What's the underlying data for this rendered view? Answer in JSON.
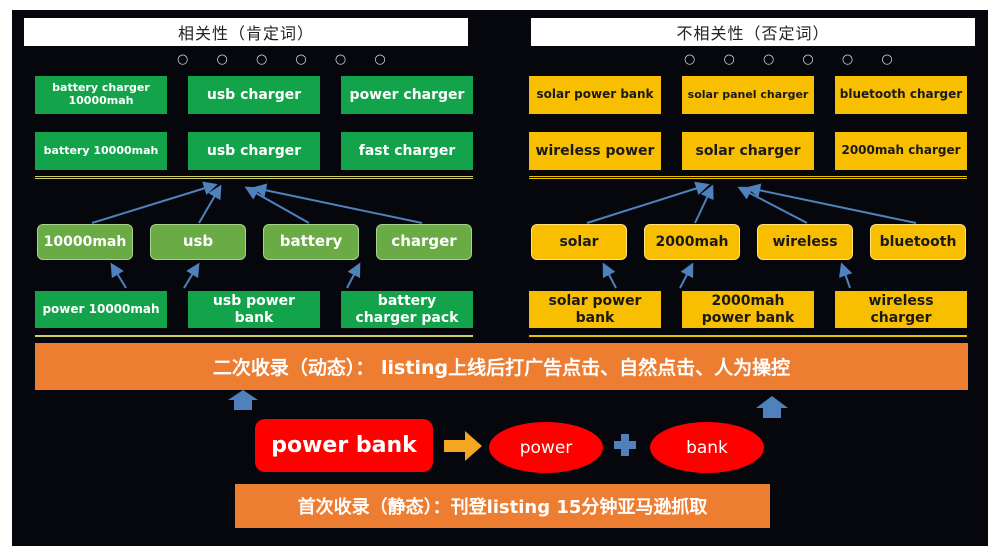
{
  "positive": {
    "header": "相关性（肯定词）",
    "dots": "○ ○ ○ ○ ○ ○",
    "row1": [
      "battery charger 10000mah",
      "usb charger",
      "power charger"
    ],
    "row2": [
      "battery 10000mah",
      "usb charger",
      "fast charger"
    ],
    "roots": [
      "10000mah",
      "usb",
      "battery",
      "charger"
    ],
    "sources": [
      "power 10000mah",
      "usb power bank",
      "battery charger pack"
    ]
  },
  "negative": {
    "header": "不相关性（否定词）",
    "dots": "○ ○ ○ ○ ○ ○",
    "row1": [
      "solar power bank",
      "solar panel charger",
      "bluetooth charger"
    ],
    "row2": [
      "wireless power",
      "solar charger",
      "2000mah charger"
    ],
    "roots": [
      "solar",
      "2000mah",
      "wireless",
      "bluetooth"
    ],
    "sources": [
      "solar power bank",
      "2000mah power bank",
      "wireless charger"
    ]
  },
  "secondary_banner": "二次收录（动态）：  listing上线后打广告点击、自然点击、人为操控",
  "keyword": {
    "phrase": "power bank",
    "word1": "power",
    "plus": "+",
    "word2": "bank"
  },
  "primary_banner": "首次收录（静态）：刊登listing 15分钟亚马逊抓取",
  "colors": {
    "background": "#06070d",
    "dark_green": "#12a34b",
    "light_green": "#6aab46",
    "yellow": "#f8be00",
    "orange": "#ed7d31",
    "red": "#ff0000",
    "arrow_blue": "#4f81bd",
    "arrow_orange": "#f5a623"
  }
}
